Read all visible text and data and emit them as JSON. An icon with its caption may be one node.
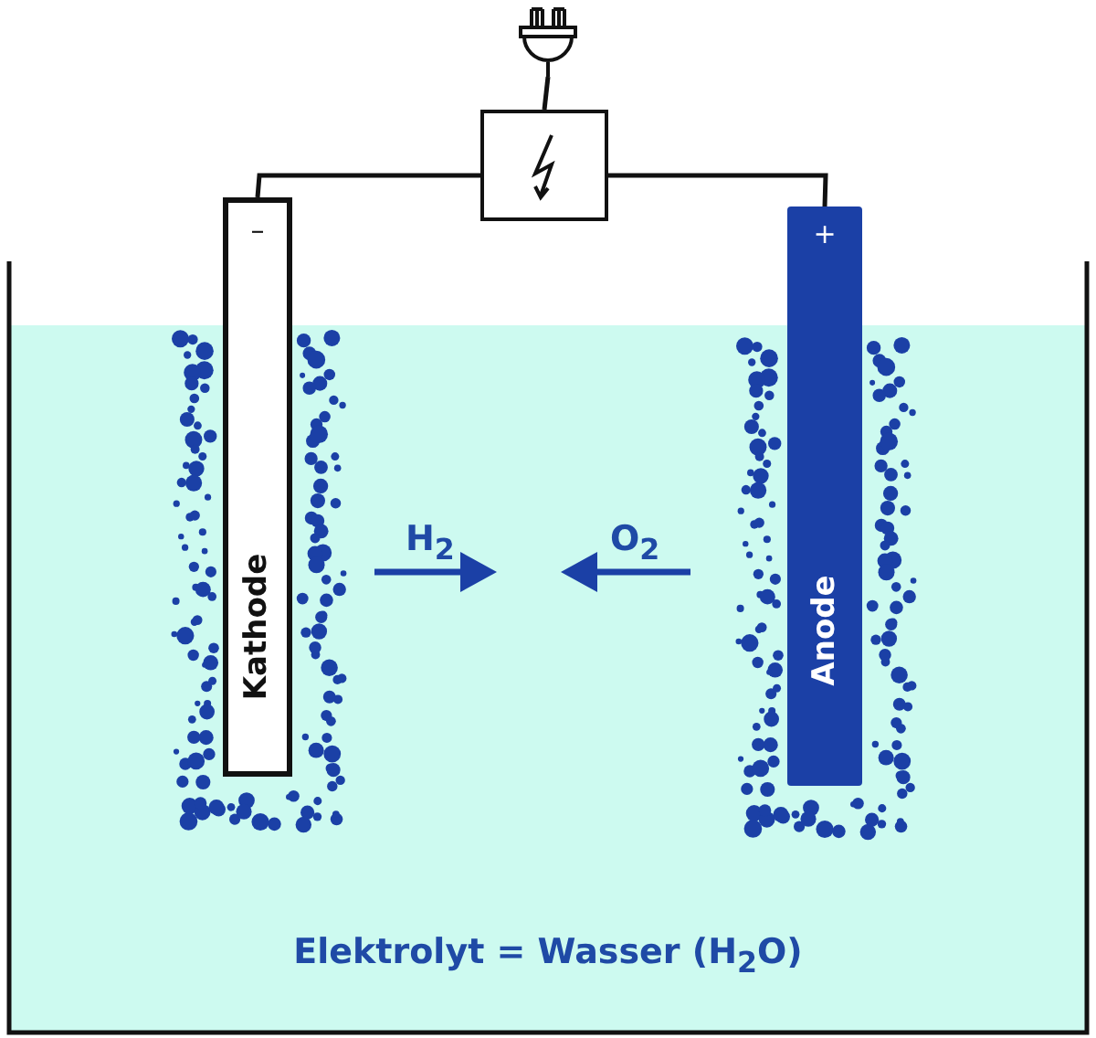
{
  "diagram": {
    "nodes": [
      {
        "text": [],
        "shape": "picture"
      },
      {
        "text": [],
        "shape": "box"
      },
      {
        "text": [
          "–",
          "Kathode"
        ]
      },
      {
        "text": [
          "+",
          "Anode"
        ]
      }
    ],
    "edges": [
      {
        "from": 0,
        "to": 1,
        "arrow": "none"
      },
      {
        "from": 1,
        "to": 2,
        "arrow": "none"
      },
      {
        "from": 1,
        "to": 3,
        "arrow": "none"
      }
    ],
    "labels": [
      "H$_{2}$",
      "O$_{2}$",
      "Elektrolyt = Wasser (H$_{2}$O)"
    ]
  }
}
